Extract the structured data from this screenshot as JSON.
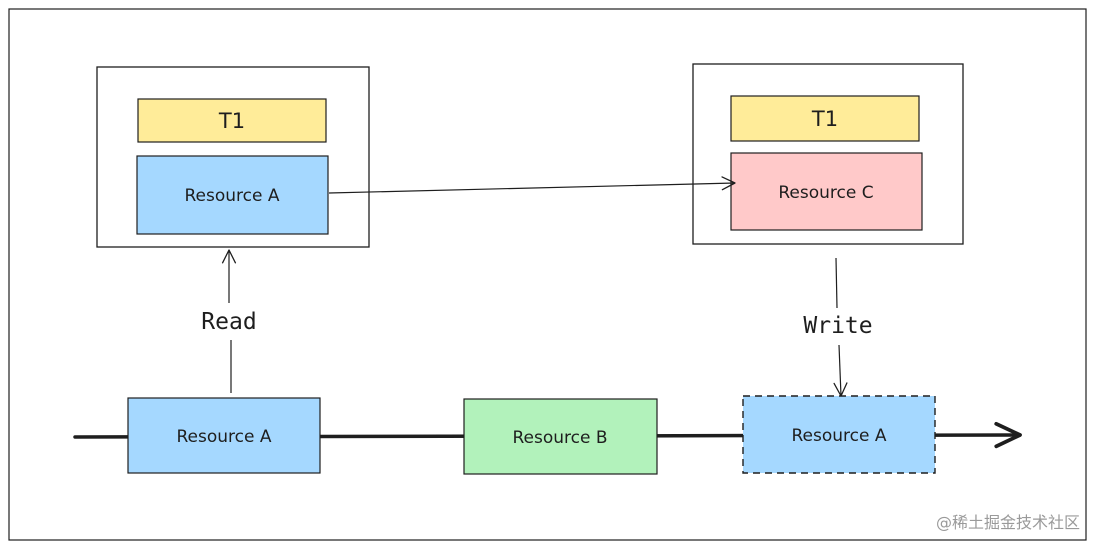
{
  "colors": {
    "stroke": "#1e1e1e",
    "yellow": "#ffec99",
    "blue": "#a5d8ff",
    "red": "#ffc9c9",
    "green": "#b2f2bb"
  },
  "left_group": {
    "t1": "T1",
    "resource": "Resource A"
  },
  "right_group": {
    "t1": "T1",
    "resource": "Resource C"
  },
  "edges": {
    "read": "Read",
    "write": "Write"
  },
  "timeline": {
    "items": [
      "Resource A",
      "Resource B",
      "Resource A"
    ]
  },
  "watermark": "@稀土掘金技术社区"
}
